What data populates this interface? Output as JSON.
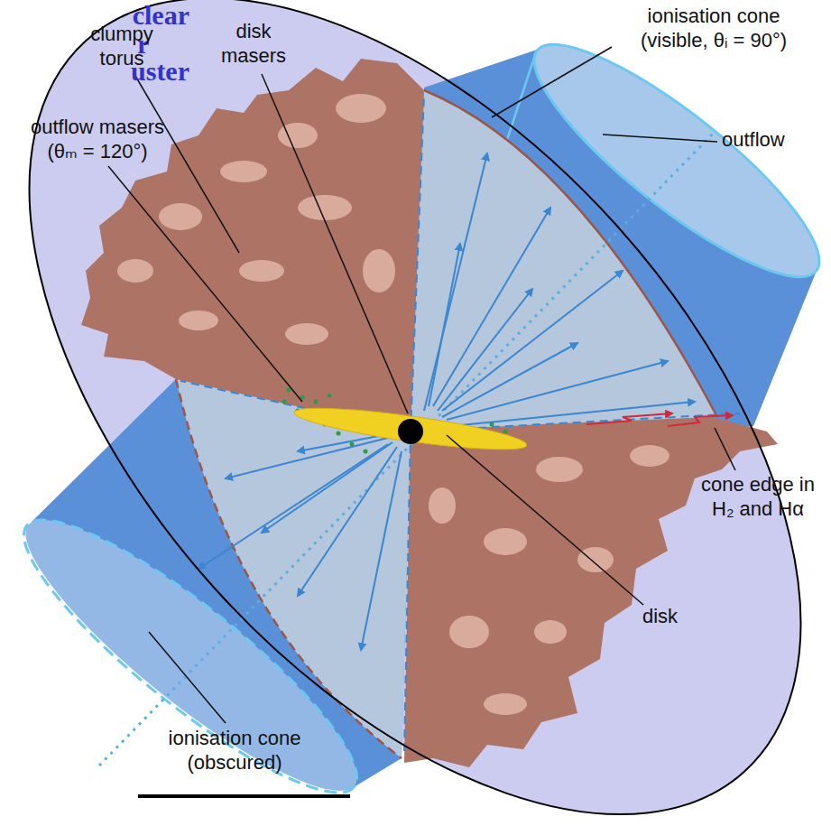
{
  "diagram": {
    "labels": [
      "clear",
      "r",
      "uster",
      "clumpy torus",
      "disk masers",
      "ionisation cone (visible, θᵢ = 90°)",
      "outflow",
      "outflow masers (θₘ = 120°)",
      "cone edge in H₂ and Hα",
      "disk",
      "ionisation cone (obscured)"
    ]
  }
}
